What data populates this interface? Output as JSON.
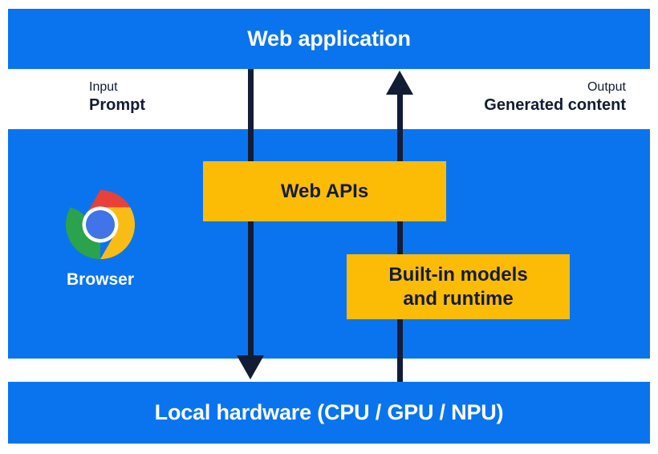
{
  "diagram": {
    "title_band": {
      "label": "Web application"
    },
    "browser_band": {
      "caption": "Browser",
      "logo_icon": "chrome-logo-icon"
    },
    "hardware_band": {
      "label": "Local hardware (CPU / GPU / NPU)"
    },
    "flows": [
      {
        "id": "input",
        "kind": "Input",
        "value": "Prompt",
        "direction": "down",
        "icon": "arrow-down-icon"
      },
      {
        "id": "output",
        "kind": "Output",
        "value": "Generated content",
        "direction": "up",
        "icon": "arrow-up-icon"
      }
    ],
    "boxes": [
      {
        "id": "web-apis",
        "label": "Web APIs"
      },
      {
        "id": "builtin-models",
        "label_line_1": "Built-in models",
        "label_line_2": "and runtime"
      }
    ],
    "colors": {
      "band_blue": "#0a74ef",
      "box_yellow": "#fcbc05",
      "ink_navy": "#131c35",
      "band_text": "#ffffff",
      "chrome_red": "#e8413a",
      "chrome_yellow": "#f9bc15",
      "chrome_green": "#2ba24c",
      "chrome_blue": "#4074e8"
    }
  }
}
